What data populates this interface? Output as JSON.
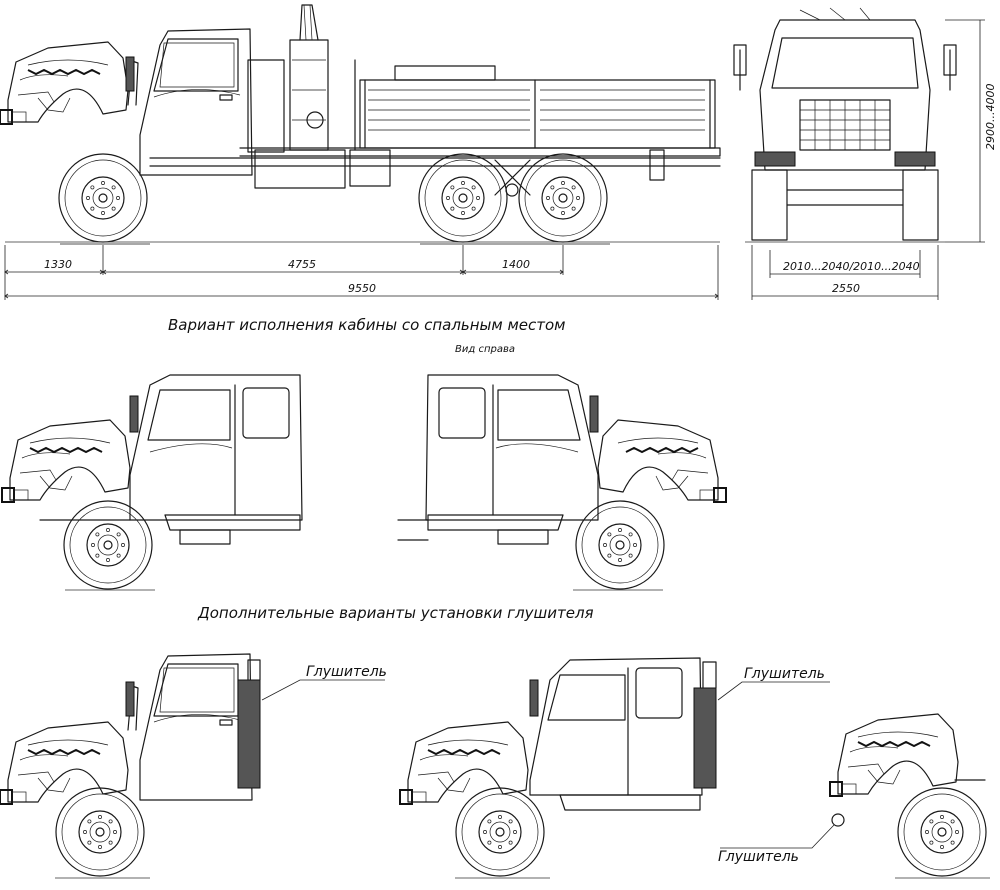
{
  "dimensions": {
    "front_overhang": "1330",
    "wheelbase": "4755",
    "rear_bogie": "1400",
    "overall_length": "9550",
    "height": "2900...4000",
    "track": "2010...2040/2010...2040",
    "overall_width": "2550"
  },
  "captions": {
    "sleeper_cab": "Вариант исполнения кабины со спальным местом",
    "right_view": "Вид справа",
    "muffler_options": "Дополнительные варианты установки глушителя",
    "muffler_label_1": "Глушитель",
    "muffler_label_2": "Глушитель",
    "muffler_label_3": "Глушитель"
  }
}
